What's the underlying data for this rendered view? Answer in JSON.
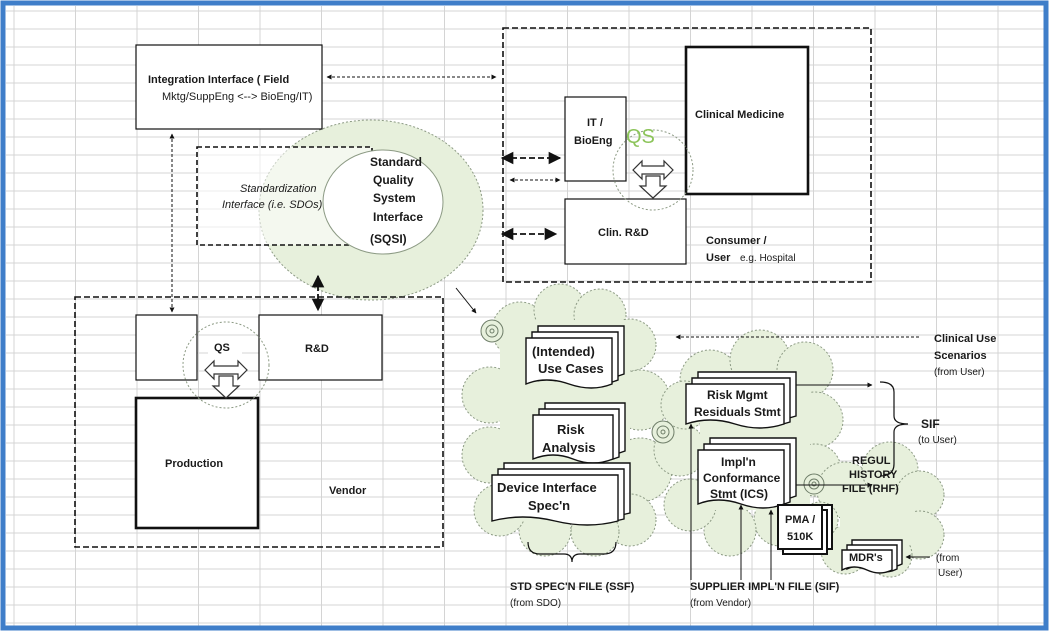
{
  "integration": {
    "line1": "Integration Interface ( Field",
    "line2": "Mktg/SuppEng <--> BioEng/IT)"
  },
  "standardization": {
    "line1": "Standardization",
    "line2": "Interface (i.e. SDOs)"
  },
  "sqsi": {
    "line1": "Standard",
    "line2": "Quality",
    "line3": "System",
    "line4": "Interface",
    "line5": "(SQSI)"
  },
  "consumer": {
    "it_line1": "IT /",
    "it_line2": "BioEng",
    "qs": "QS",
    "clinical_medicine": "Clinical Medicine",
    "clin_rd": "Clin. R&D",
    "label_line1": "Consumer /",
    "label_user": "User",
    "label_example": "e.g. Hospital"
  },
  "vendor": {
    "qs": "QS",
    "rd": "R&D",
    "production": "Production",
    "label": "Vendor"
  },
  "ssf": {
    "doc1_line1": "(Intended)",
    "doc1_line2": "Use Cases",
    "doc2_line1": "Risk",
    "doc2_line2": "Analysis",
    "doc3_line1": "Device Interface",
    "doc3_line2": "Spec'n",
    "label": "STD SPEC'N FILE (SSF)",
    "sublabel": "(from SDO)"
  },
  "sif": {
    "doc1_line1": "Risk Mgmt",
    "doc1_line2": "Residuals Stmt",
    "doc2_line1": "Impl'n",
    "doc2_line2": "Conformance",
    "doc2_line3": "Stmt (ICS)",
    "label": "SUPPLIER IMPL'N FILE (SIF)",
    "sublabel": "(from Vendor)",
    "brace_label": "SIF",
    "brace_sublabel": "(to User)"
  },
  "rhf": {
    "line1": "REGUL",
    "line2": "HISTORY",
    "line3": "FILE (RHF)",
    "pma_line1": "PMA /",
    "pma_line2": "510K",
    "mdr": "MDR's",
    "from_line1": "(from",
    "from_line2": "User)"
  },
  "clinical_use": {
    "line1": "Clinical Use",
    "line2": "Scenarios",
    "line3": "(from User)"
  },
  "colors": {
    "frame": "#3f7ec9",
    "grid": "#d4d4d4",
    "cloud_fill": "#e7f0dc",
    "cloud_stroke": "#8c9a84",
    "qs_text": "#8cc45a"
  }
}
